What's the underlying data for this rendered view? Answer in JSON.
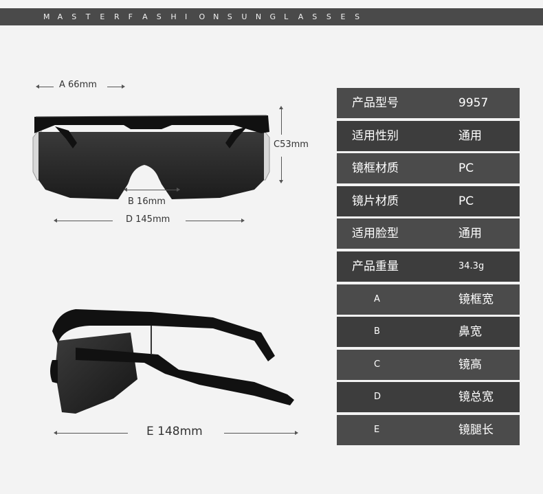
{
  "banner": {
    "letters": [
      "M",
      "A",
      "S",
      "T",
      "E",
      "R",
      "F",
      "A",
      "S",
      "H",
      "I",
      "O",
      "N",
      "S",
      "U",
      "N",
      "G",
      "L",
      "A",
      "S",
      "S",
      "E",
      "S"
    ]
  },
  "dimensions": {
    "a": "A 66mm",
    "b": "B 16mm",
    "c": "C53mm",
    "d": "D 145mm",
    "e": "E 148mm"
  },
  "specs": [
    {
      "label": "产品型号",
      "value": "9957"
    },
    {
      "label": "适用性别",
      "value": "通用"
    },
    {
      "label": "镜框材质",
      "value": "PC"
    },
    {
      "label": "镜片材质",
      "value": "PC"
    },
    {
      "label": "适用脸型",
      "value": "通用"
    },
    {
      "label": "产品重量",
      "value": "34.3g"
    }
  ],
  "legend": [
    {
      "letter": "A",
      "meaning": "镜框宽"
    },
    {
      "letter": "B",
      "meaning": "鼻宽"
    },
    {
      "letter": "C",
      "meaning": "镜高"
    },
    {
      "letter": "D",
      "meaning": "镜总宽"
    },
    {
      "letter": "E",
      "meaning": "镜腿长"
    }
  ],
  "colors": {
    "banner": "#4a4a4a",
    "table_light": "#4b4b4b",
    "table_dark": "#3d3d3d",
    "background": "#f3f3f3"
  }
}
